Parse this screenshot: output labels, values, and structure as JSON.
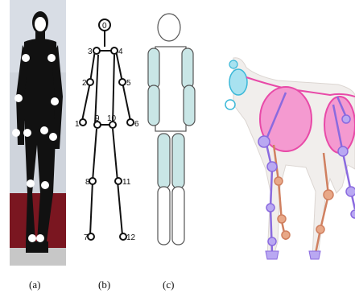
{
  "captions": {
    "a": "(a)",
    "b": "(b)",
    "c": "(c)"
  },
  "skeleton_labels": {
    "head": "0",
    "left_shoulder": "3",
    "right_shoulder": "4",
    "left_elbow": "2",
    "right_elbow": "5",
    "left_hand": "1",
    "right_hand": "6",
    "left_hip": "9",
    "right_hip": "10",
    "left_knee": "8",
    "right_knee": "11",
    "left_foot": "7",
    "right_foot": "12"
  },
  "colors": {
    "skeleton": "#111111",
    "limb_fill": "#c9e6e6",
    "horse_body": "#f1eeec",
    "horse_pink": "#ef86c4",
    "horse_purple": "#9a7fe0",
    "horse_orange": "#d8906c",
    "horse_cyan": "#7fd4e8"
  }
}
